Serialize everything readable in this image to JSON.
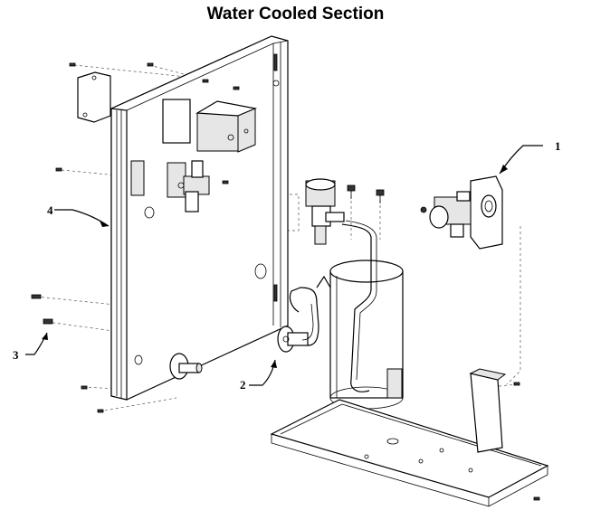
{
  "title": "Water Cooled Section",
  "callouts": [
    {
      "id": "1",
      "label": "1"
    },
    {
      "id": "2",
      "label": "2"
    },
    {
      "id": "3",
      "label": "3"
    },
    {
      "id": "4",
      "label": "4"
    }
  ]
}
